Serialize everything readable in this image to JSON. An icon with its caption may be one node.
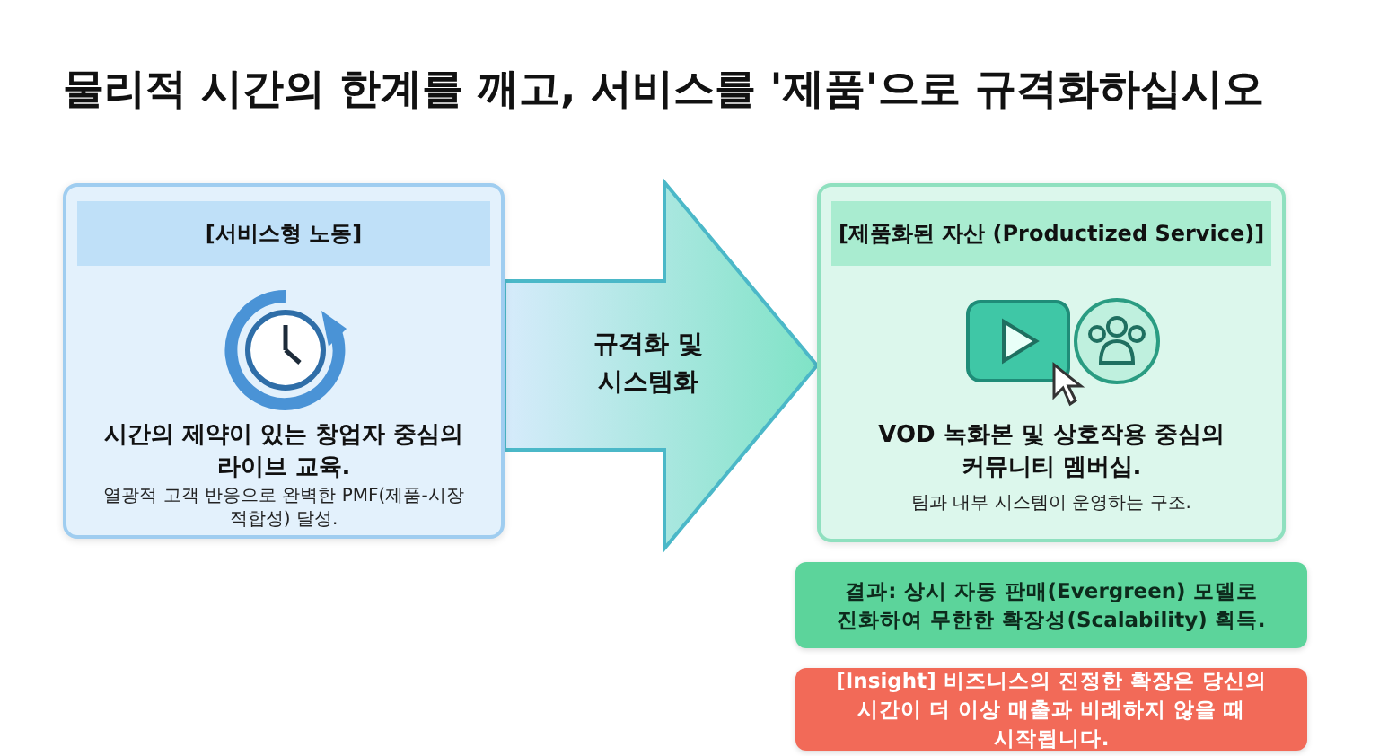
{
  "diagram": {
    "title": "물리적 시간의 한계를 깨고, 서비스를 '제품'으로 규격화하십시오",
    "nodes": [
      {
        "text": [
          "[서비스형 노동]",
          "시간의 제약이 있는 창업자 중심의 라이브 교육.",
          "열광적 고객 반응으로 완벽한 PMF(제품-시장 적합성) 달성."
        ]
      },
      {
        "text": [
          "[제품화된 자산 (Productized Service)]",
          "VOD 녹화본 및 상호작용 중심의 커뮤니티 멤버십.",
          "팀과 내부 시스템이 운영하는 구조."
        ]
      },
      {
        "text": [
          "결과: 상시 자동 판매(Evergreen) 모델로 진화하여 무한한 확장성(Scalability) 획득."
        ]
      },
      {
        "text": [
          "[Insight] 비즈니스의 진정한 확장은 당신의 시간이 더 이상 매출과 비례하지 않을 때 시작됩니다."
        ]
      }
    ],
    "edges": [
      {
        "from": 0,
        "to": 1,
        "arrow": "to",
        "label": "규격화 및 시스템화"
      }
    ]
  }
}
